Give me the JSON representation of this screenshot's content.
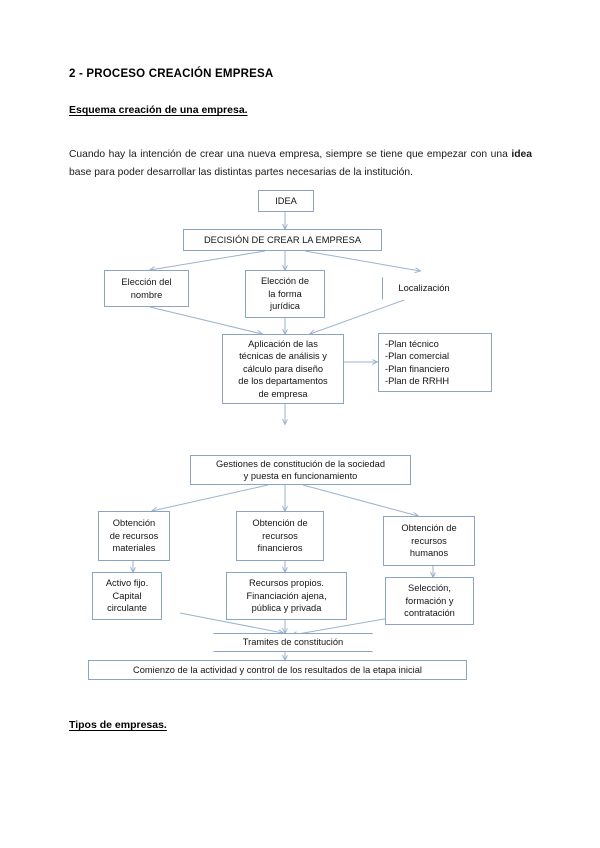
{
  "document": {
    "title": "2 - PROCESO CREACIÓN EMPRESA",
    "section_heading": "Esquema creación de una empresa.",
    "paragraph_part1": "Cuando hay la intención de crear una nueva empresa, siempre se tiene que empezar con una ",
    "paragraph_bold": "idea",
    "paragraph_part2": " base para poder desarrollar las distintas partes necesarias de la institución.",
    "footer_heading": "Tipos de empresas."
  },
  "colors": {
    "box_border": "#8ba4c4",
    "connector": "#9cb3cf",
    "text": "#141414",
    "page_background": "#ffffff"
  },
  "flowchart": {
    "nodes": {
      "idea": "IDEA",
      "decision": "DECISIÓN DE CREAR LA EMPRESA",
      "eleccion_nombre_l1": "Elección del",
      "eleccion_nombre_l2": "nombre",
      "eleccion_forma_l1": "Elección de",
      "eleccion_forma_l2": "la forma",
      "eleccion_forma_l3": "jurídica",
      "localizacion": "Localización",
      "aplicacion_l1": "Aplicación de las",
      "aplicacion_l2": "técnicas de análisis y",
      "aplicacion_l3": "cálculo para diseño",
      "aplicacion_l4": "de los departamentos",
      "aplicacion_l5": "de empresa",
      "planes_l1": "-Plan técnico",
      "planes_l2": "-Plan comercial",
      "planes_l3": "-Plan financiero",
      "planes_l4": "-Plan de RRHH",
      "gestiones_l1": "Gestiones de constitución de la sociedad",
      "gestiones_l2": "y puesta en funcionamiento",
      "rec_materiales_l1": "Obtención",
      "rec_materiales_l2": "de recursos",
      "rec_materiales_l3": "materiales",
      "rec_financieros_l1": "Obtención de",
      "rec_financieros_l2": "recursos",
      "rec_financieros_l3": "financieros",
      "rec_humanos_l1": "Obtención de",
      "rec_humanos_l2": "recursos",
      "rec_humanos_l3": "humanos",
      "activo_l1": "Activo fijo.",
      "activo_l2": "Capital",
      "activo_l3": "circulante",
      "propios_l1": "Recursos propios.",
      "propios_l2": "Financiación ajena,",
      "propios_l3": "pública y privada",
      "seleccion_l1": "Selección,",
      "seleccion_l2": "formación y",
      "seleccion_l3": "contratación",
      "tramites": "Tramites de constitución",
      "comienzo": "Comienzo de la actividad y control de los resultados de la etapa inicial"
    }
  }
}
